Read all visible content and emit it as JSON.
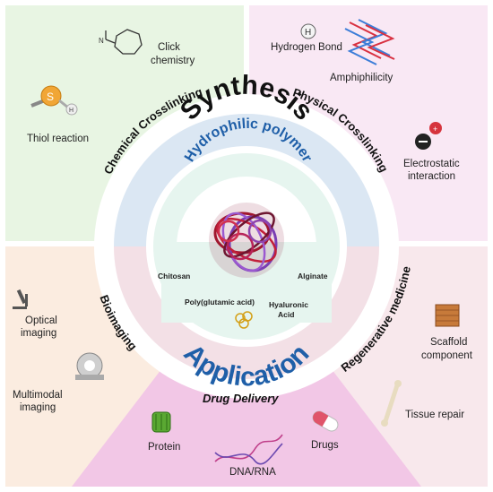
{
  "title_top": "Synthesis",
  "title_bottom": "Application",
  "inner_ring": "Hydrophilic polymer",
  "quadrants": {
    "top_left": "Chemical Crosslinking",
    "top_right": "Physical Crosslinking",
    "bottom_left": "Bioimaging",
    "bottom_right": "Regenerative medicine",
    "bottom": "Drug Delivery"
  },
  "items": {
    "click_line1": "Click",
    "click_line2": "chemistry",
    "thiol": "Thiol reaction",
    "thiol_s": "S",
    "thiol_h": "H",
    "hbond": "Hydrogen Bond",
    "hbond_h": "H",
    "amphiphilicity": "Amphiphilicity",
    "electrostatic_line1": "Electrostatic",
    "electrostatic_line2": "interaction",
    "optical_line1": "Optical",
    "optical_line2": "imaging",
    "multimodal_line1": "Multimodal",
    "multimodal_line2": "imaging",
    "scaffold_line1": "Scaffold",
    "scaffold_line2": "component",
    "tissue": "Tissue repair",
    "protein": "Protein",
    "drugs": "Drugs",
    "dna": "DNA/RNA"
  },
  "polymers": {
    "chitosan": "Chitosan",
    "alginate": "Alginate",
    "pga": "Poly(glutamic acid)",
    "hyaluronic_line1": "Hyaluronic",
    "hyaluronic_line2": "Acid"
  },
  "colors": {
    "green_bg": "#e8f5e3",
    "pink_bg": "#f9e8f4",
    "peach_bg": "#fbece0",
    "rose_bg": "#f8e8ec",
    "magenta_bg": "#f2c7e6",
    "synthesis_blue": "#1f5fa8",
    "ring_blue": "#dbe7f3",
    "ring_pink": "#f3e0e6",
    "inner_mint": "#e6f5ef"
  }
}
